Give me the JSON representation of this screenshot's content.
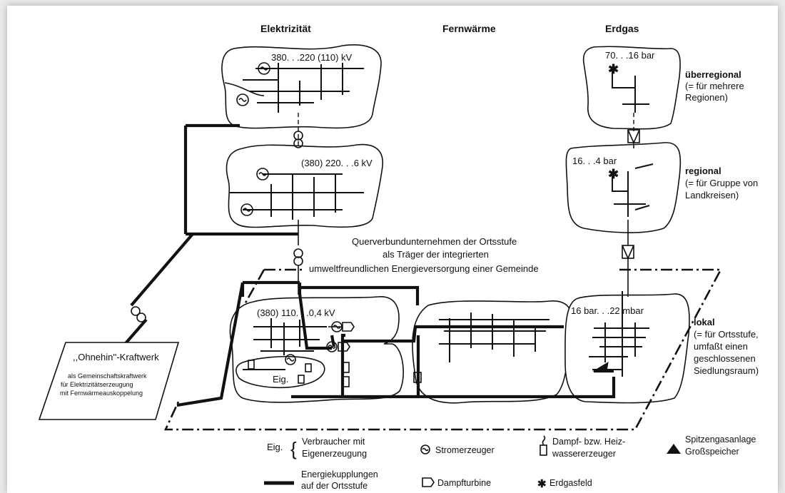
{
  "columns": {
    "electricity": "Elektrizität",
    "district_heat": "Fernwärme",
    "natural_gas": "Erdgas"
  },
  "levels": {
    "supraregional": {
      "title": "überregional",
      "note_lines": [
        "(= für mehrere",
        "Regionen)"
      ]
    },
    "regional": {
      "title": "regional",
      "note_lines": [
        "(= für Gruppe von",
        "Landkreisen)"
      ]
    },
    "local": {
      "title": "lokal",
      "note_lines": [
        "(= für Ortsstufe,",
        "umfaßt einen",
        "geschlossenen",
        "Siedlungsraum)"
      ]
    }
  },
  "voltages": {
    "supraregional": "380. . .220 (110) kV",
    "regional": "(380) 220. . .6 kV",
    "local": "(380) 110. . .0,4 kV"
  },
  "pressures": {
    "supraregional": "70. . .16 bar",
    "regional": "16. . .4 bar",
    "local": "16 bar. . .22 mbar"
  },
  "center_caption": [
    "Querverbundunternehmen der Ortsstufe",
    "als Träger der integrierten",
    "umweltfreundlichen Energieversorgung einer Gemeinde"
  ],
  "plant": {
    "title": ",,Ohnehin''-Kraftwerk",
    "subtitle_lines": [
      "als Gemeinschaftskraftwerk",
      "für Elektrizitätserzeugung",
      "mit Fernwärmeauskoppelung"
    ]
  },
  "local_label": "Eig.",
  "legend": {
    "eig_abbr": "Eig.",
    "eig_lines": [
      "Verbraucher mit",
      "Eigenerzeugung"
    ],
    "generator": "Stromerzeuger",
    "steam_lines": [
      "Dampf- bzw. Heiz-",
      "wassererzeuger"
    ],
    "peak_lines": [
      "Spitzengasanlage",
      "Großspeicher"
    ],
    "coupling_lines": [
      "Energiekupplungen",
      "auf der Ortsstufe"
    ],
    "turbine": "Dampfturbine",
    "gasfield": "Erdgasfeld"
  }
}
